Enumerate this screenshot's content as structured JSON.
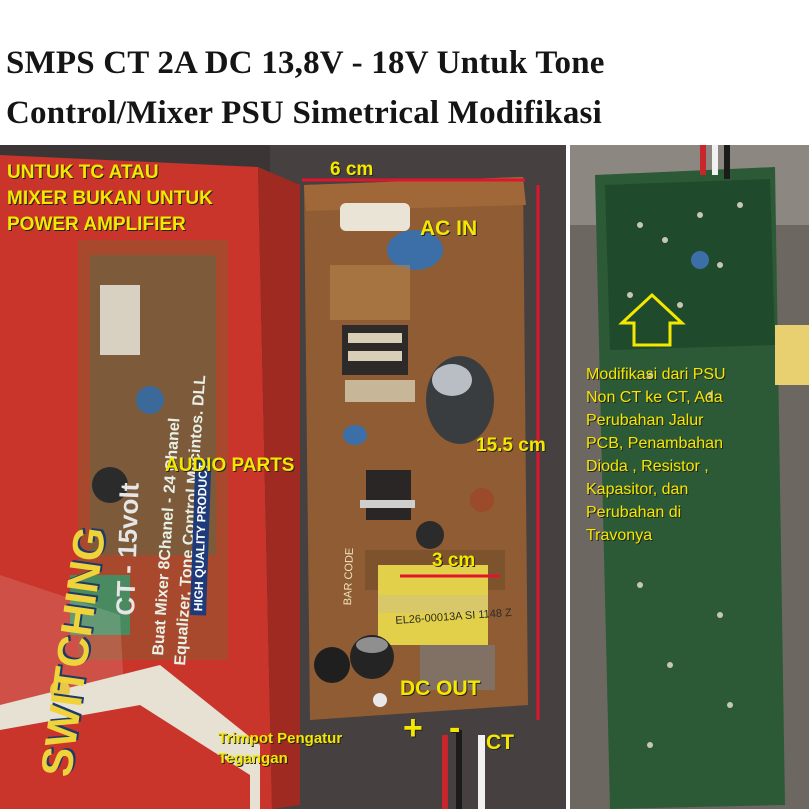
{
  "title": {
    "line1": "SMPS CT 2A DC 13,8V - 18V Untuk Tone",
    "line2": "Control/Mixer PSU Simetrical Modifikasi"
  },
  "annotations": {
    "warning": [
      "UNTUK TC ATAU",
      "MIXER BUKAN UNTUK",
      "POWER AMPLIFIER"
    ],
    "width_label": "6 cm",
    "ac_in": "AC IN",
    "height_label": "15.5 cm",
    "audio_parts": "AUDIO PARTS",
    "small_width": "3 cm",
    "dc_out": "DC OUT",
    "plus": "+",
    "minus": "-",
    "ct": "CT",
    "trimpot": [
      "Trimpot Pengatur",
      "Tegangan"
    ],
    "modification": [
      "Modifikasi dari PSU",
      "Non CT ke CT, Ada",
      "Perubahan Jalur",
      "PCB, Penambahan",
      "Dioda , Resistor ,",
      "Kapasitor, dan",
      "Perubahan di",
      "Travonya"
    ]
  },
  "box_print": {
    "brand": "SWITCHING",
    "spec": "CT - 15volt",
    "usage_line1": "Buat Mixer 8Chanel - 24 Chanel",
    "usage_line2": "Equalizer, Tone Control Mecintos. DLL",
    "quality": "HIGH QUALITY PRODUCT",
    "board_bar_code": "BAR CODE",
    "transformer_marking": "EL26-00013A SI 1148 Z"
  },
  "colors": {
    "annotation_yellow": "#f4e800",
    "dimension_line": "#e0142c",
    "box_red": "#c8322a",
    "pcb_brown": "#8a5a32",
    "pcb_green": "#2c5a36"
  }
}
